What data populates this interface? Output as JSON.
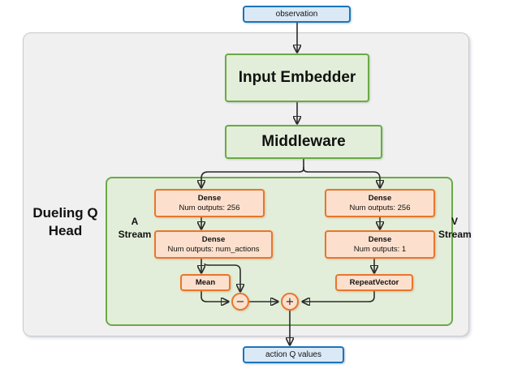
{
  "diagram": {
    "title": "Dueling Q Head network architecture",
    "colors": {
      "io_border": "#1b75bb",
      "io_fill": "#dbe9f6",
      "block_border": "#6aaa46",
      "block_fill": "#e2eed9",
      "op_border": "#e8762c",
      "op_fill": "#fce0cd",
      "outer_fill": "#f0f0f0",
      "outer_border": "#c9c9c9",
      "arrow": "#2b2b2b"
    },
    "io": {
      "input_label": "observation",
      "output_label": "action Q values"
    },
    "blocks": {
      "input_embedder": "Input Embedder",
      "middleware": "Middleware"
    },
    "head": {
      "label": "Dueling Q Head",
      "label_line1": "Dueling Q",
      "label_line2": "Head"
    },
    "streams": {
      "advantage": {
        "label_line1": "A",
        "label_line2": "Stream",
        "dense1": {
          "name": "Dense",
          "param": "Num outputs: 256"
        },
        "dense2": {
          "name": "Dense",
          "param": "Num outputs: num_actions"
        },
        "reduce": "Mean",
        "op": "−"
      },
      "value": {
        "label_line1": "V",
        "label_line2": "Stream",
        "dense1": {
          "name": "Dense",
          "param": "Num outputs: 256"
        },
        "dense2": {
          "name": "Dense",
          "param": "Num outputs: 1"
        },
        "expand": "RepeatVector",
        "op": "+"
      }
    },
    "combine_op": "+"
  }
}
